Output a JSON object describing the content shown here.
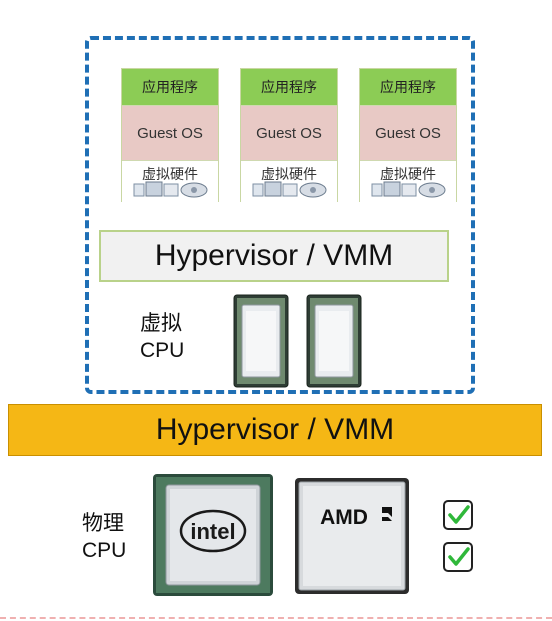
{
  "vms": [
    {
      "app": "应用程序",
      "os": "Guest OS",
      "hw": "虚拟硬件"
    },
    {
      "app": "应用程序",
      "os": "Guest OS",
      "hw": "虚拟硬件"
    },
    {
      "app": "应用程序",
      "os": "Guest OS",
      "hw": "虚拟硬件"
    }
  ],
  "inner_hypervisor": "Hypervisor / VMM",
  "virtual_cpu_label": {
    "line1": "虚拟",
    "line2": "CPU"
  },
  "outer_hypervisor": "Hypervisor / VMM",
  "physical_cpu_label": {
    "line1": "物理",
    "line2": "CPU"
  },
  "chips": {
    "intel": "intel",
    "amd": "AMD"
  },
  "colors": {
    "dashed_border": "#1f6fb5",
    "app_layer": "#8ccc55",
    "os_layer": "#e8c9c5",
    "outer_hypervisor": "#f5b715",
    "check": "#2fb83a"
  }
}
